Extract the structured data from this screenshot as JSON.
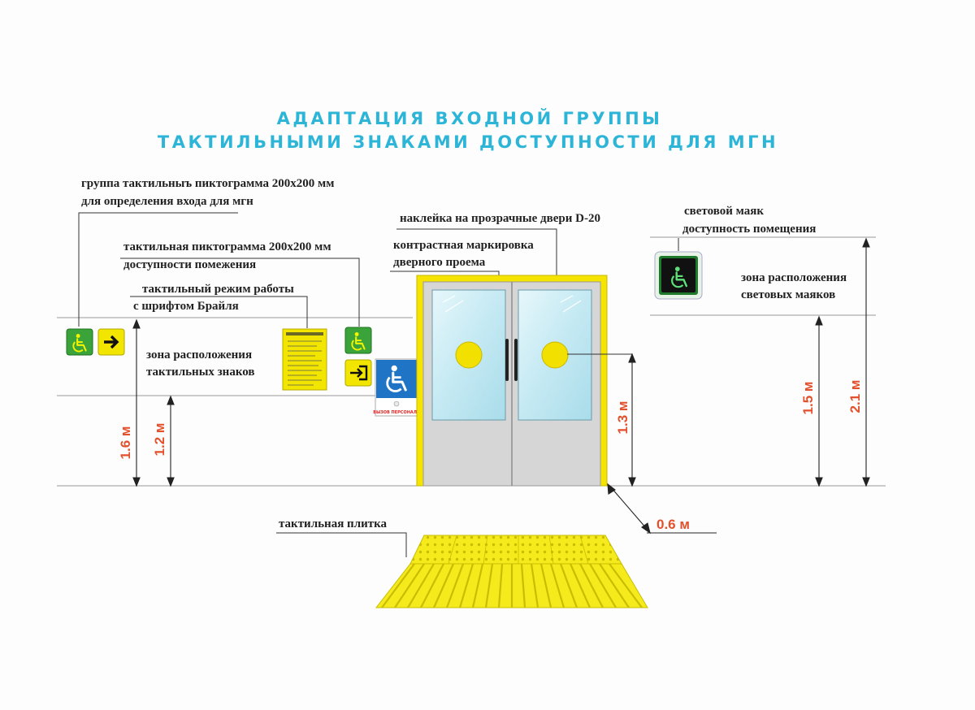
{
  "title": {
    "line1": "АДАПТАЦИЯ ВХОДНОЙ ГРУППЫ",
    "line2": "ТАКТИЛЬНЫМИ ЗНАКАМИ ДОСТУПНОСТИ ДЛЯ МГН"
  },
  "labels": {
    "group_line1": "группа тактильныъ пиктограмма 200х200 мм",
    "group_line2": "для определения входа для мгн",
    "picto_line1": "тактильная пиктограмма 200х200 мм",
    "picto_line2": "доступности помежения",
    "braille_line1": "тактильный режим работы",
    "braille_line2": "с шрифтом Брайля",
    "zone_tactile_line1": "зона расположения",
    "zone_tactile_line2": "тактильных знаков",
    "sticker": "наклейка на прозрачные двери D-20",
    "contrast_line1": "контрастная маркировка",
    "contrast_line2": "дверного проема",
    "beacon_line1": "световой маяк",
    "beacon_line2": "доступность помещения",
    "zone_beacon_line1": "зона расположения",
    "zone_beacon_line2": "световых маяков",
    "tile": "тактильная плитка",
    "call_staff": "ВЫЗОВ ПЕРСОНАЛА"
  },
  "dimensions": {
    "d1": "1.6 м",
    "d2": "1.2 м",
    "d3": "1.3 м",
    "d4": "1.5 м",
    "d5": "2.1 м",
    "d6": "0.6 м"
  },
  "colors": {
    "title": "#2db5d8",
    "dimension": "#e2502c",
    "sign_green": "#3aa33a",
    "sign_yellow": "#f2e600",
    "door_frame": "#f5e400",
    "glass": "#cfeef7",
    "door_panel": "#d6d6d6",
    "beacon": "#1f7a2c",
    "tile": "#f5ea1c"
  },
  "icons": [
    "wheelchair-icon",
    "arrow-right-icon",
    "entrance-icon"
  ]
}
